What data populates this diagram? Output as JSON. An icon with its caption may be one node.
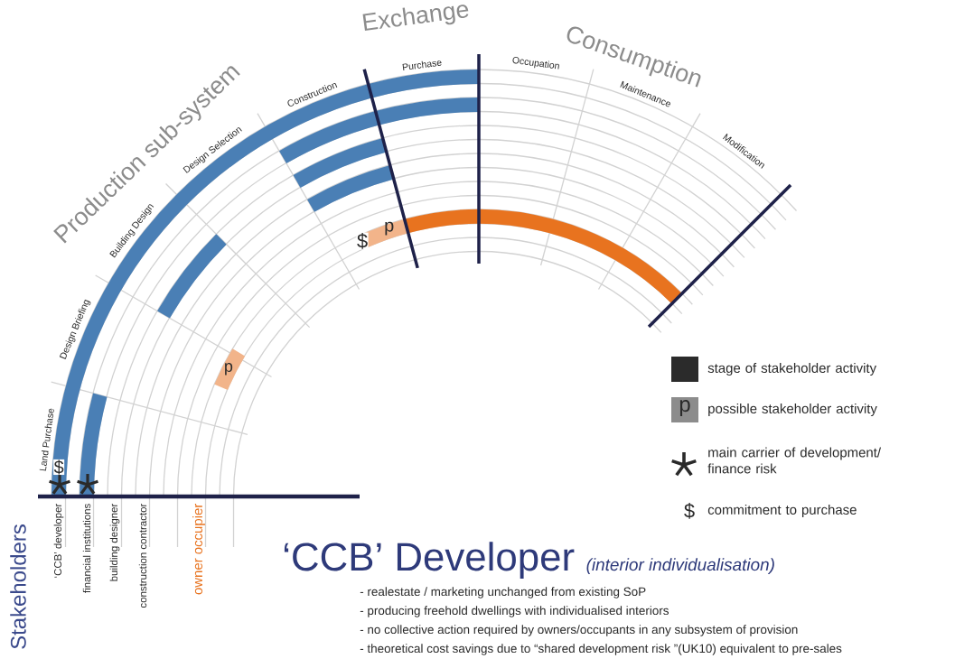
{
  "diagram": {
    "title": "‘CCB’ Developer",
    "labels": [
      "Production sub-system",
      "Exchange",
      "Consumption",
      "Land Purchase",
      "Design Briefing",
      "Building Design",
      "Design Selection",
      "Construction",
      "Purchase",
      "Occupation",
      "Maintenance",
      "Modification",
      "$",
      "p",
      "p",
      "$",
      "p",
      "$",
      "Stakeholders",
      "‘CCB’ developer",
      "financial institutions",
      "building designer",
      "construction contractor",
      "owner occupier",
      "(interior individualisation)",
      "- realestate / marketing unchanged from existing SoP",
      "- producing freehold dwellings with individualised interiors",
      "- no collective action required by owners/occupants in any subsystem of provision",
      "- theoretical cost savings due to “shared development risk ”(UK10) equivalent to pre-sales"
    ],
    "legend": [
      {
        "text": "stage of stakeholder activity",
        "color": "#2b2b2b"
      },
      {
        "text": "possible stakeholder activity",
        "color": "#8c8c8c"
      },
      {
        "text": "main carrier of development/ finance risk"
      },
      {
        "text": "commitment to purchase"
      }
    ]
  }
}
